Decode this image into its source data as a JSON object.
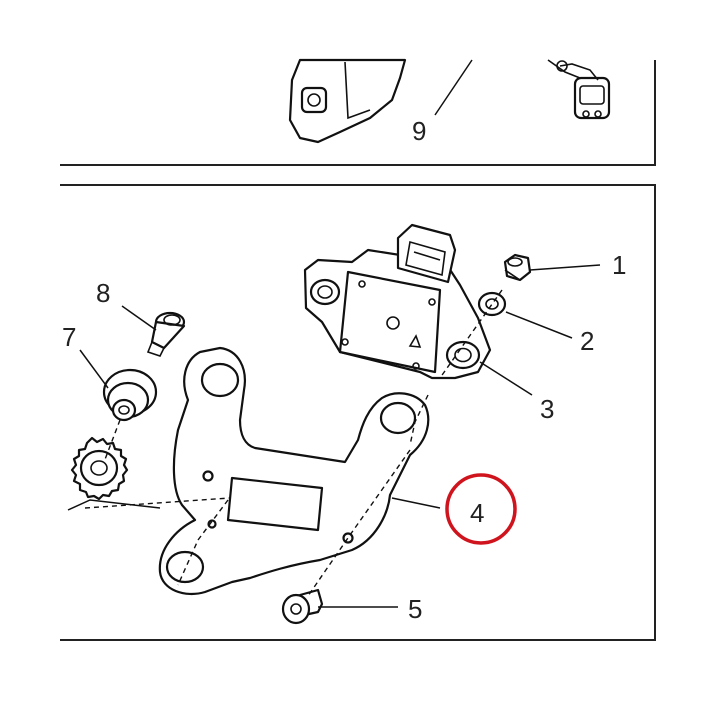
{
  "labels": {
    "part1": "1",
    "part2": "2",
    "part3": "3",
    "part4": "4",
    "part5": "5",
    "part7": "7",
    "part8": "8",
    "part9": "9"
  },
  "highlight": {
    "target_label": "4",
    "circle_color": "#d0141e"
  },
  "colors": {
    "line": "#111111",
    "frame": "#222222",
    "background": "#ffffff"
  }
}
